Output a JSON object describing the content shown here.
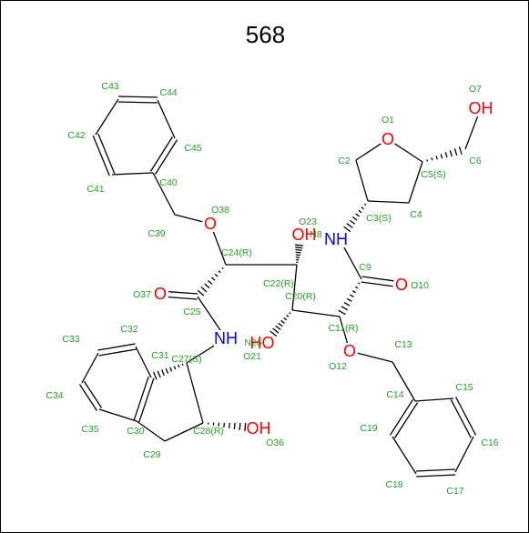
{
  "title": "568",
  "colors": {
    "bond": "#000000",
    "carbon_label": "#22a322",
    "oxygen": "#ff0000",
    "nitrogen": "#0000ff",
    "background": "#ffffff"
  },
  "atoms": {
    "O1": {
      "label": "O1",
      "heteroatom": "O",
      "element_label": "O",
      "color": "#ff0000"
    },
    "C2": {
      "label": "C2"
    },
    "C3": {
      "label": "C3(S)"
    },
    "C4": {
      "label": "C4"
    },
    "C5": {
      "label": "C5(S)"
    },
    "C6": {
      "label": "C6"
    },
    "O7": {
      "label": "O7",
      "heteroatom": "OH"
    },
    "N8": {
      "label": "N8",
      "heteroatom": "N"
    },
    "C9": {
      "label": "C9"
    },
    "O10": {
      "label": "O10",
      "heteroatom": "O"
    },
    "C11": {
      "label": "C11(R)"
    },
    "O12": {
      "label": "O12",
      "heteroatom": "O"
    },
    "C13": {
      "label": "C13"
    },
    "C14": {
      "label": "C14"
    },
    "C15": {
      "label": "C15"
    },
    "C16": {
      "label": "C16"
    },
    "C17": {
      "label": "C17"
    },
    "C18": {
      "label": "C18"
    },
    "C19": {
      "label": "C19"
    },
    "C20": {
      "label": "C20(R)"
    },
    "O21": {
      "label": "O21",
      "heteroatom": "HO"
    },
    "C22": {
      "label": "C22(R)"
    },
    "O23": {
      "label": "O23",
      "heteroatom": "OH"
    },
    "C24": {
      "label": "C24(R)"
    },
    "C25": {
      "label": "C25"
    },
    "N26": {
      "label": "N26",
      "heteroatom": "NH"
    },
    "C27": {
      "label": "C27(S)"
    },
    "C28": {
      "label": "C28(R)"
    },
    "C29": {
      "label": "C29"
    },
    "C30": {
      "label": "C30"
    },
    "C31": {
      "label": "C31"
    },
    "C32": {
      "label": "C32"
    },
    "C33": {
      "label": "C33"
    },
    "C34": {
      "label": "C34"
    },
    "C35": {
      "label": "C35"
    },
    "O36": {
      "label": "O36",
      "heteroatom": "OH"
    },
    "O37": {
      "label": "O37",
      "heteroatom": "O"
    },
    "O38": {
      "label": "O38",
      "heteroatom": "O"
    },
    "C39": {
      "label": "C39"
    },
    "C40": {
      "label": "C40"
    },
    "C41": {
      "label": "C41"
    },
    "C42": {
      "label": "C42"
    },
    "C43": {
      "label": "C43"
    },
    "C44": {
      "label": "C44"
    },
    "C45": {
      "label": "C45"
    }
  },
  "bonds": [
    {
      "from": "O1",
      "to": "C2",
      "order": 1
    },
    {
      "from": "O1",
      "to": "C5",
      "order": 1
    },
    {
      "from": "C2",
      "to": "C3",
      "order": 1
    },
    {
      "from": "C3",
      "to": "C4",
      "order": 1
    },
    {
      "from": "C4",
      "to": "C5",
      "order": 1
    },
    {
      "from": "C5",
      "to": "C6",
      "order": 1,
      "stereo": "hash"
    },
    {
      "from": "C6",
      "to": "O7",
      "order": 1
    },
    {
      "from": "C3",
      "to": "N8",
      "order": 1,
      "stereo": "hash"
    },
    {
      "from": "N8",
      "to": "C9",
      "order": 1
    },
    {
      "from": "C9",
      "to": "O10",
      "order": 2
    },
    {
      "from": "C9",
      "to": "C11",
      "order": 1,
      "stereo": "hash"
    },
    {
      "from": "C11",
      "to": "O12",
      "order": 1
    },
    {
      "from": "O12",
      "to": "C13",
      "order": 1
    },
    {
      "from": "C13",
      "to": "C14",
      "order": 1
    },
    {
      "from": "C14",
      "to": "C15",
      "order": 1
    },
    {
      "from": "C15",
      "to": "C16",
      "order": 2
    },
    {
      "from": "C16",
      "to": "C17",
      "order": 1
    },
    {
      "from": "C17",
      "to": "C18",
      "order": 2
    },
    {
      "from": "C18",
      "to": "C19",
      "order": 1
    },
    {
      "from": "C19",
      "to": "C14",
      "order": 2
    },
    {
      "from": "C11",
      "to": "C20",
      "order": 1
    },
    {
      "from": "C20",
      "to": "O21",
      "order": 1,
      "stereo": "hash"
    },
    {
      "from": "C20",
      "to": "C22",
      "order": 1
    },
    {
      "from": "C22",
      "to": "O23",
      "order": 1,
      "stereo": "hash"
    },
    {
      "from": "C22",
      "to": "C24",
      "order": 1
    },
    {
      "from": "C24",
      "to": "O38",
      "order": 1
    },
    {
      "from": "O38",
      "to": "C39",
      "order": 1
    },
    {
      "from": "C39",
      "to": "C40",
      "order": 1
    },
    {
      "from": "C40",
      "to": "C41",
      "order": 1
    },
    {
      "from": "C41",
      "to": "C42",
      "order": 2
    },
    {
      "from": "C42",
      "to": "C43",
      "order": 1
    },
    {
      "from": "C43",
      "to": "C44",
      "order": 2
    },
    {
      "from": "C44",
      "to": "C45",
      "order": 1
    },
    {
      "from": "C45",
      "to": "C40",
      "order": 2
    },
    {
      "from": "C24",
      "to": "C25",
      "order": 1,
      "stereo": "hash"
    },
    {
      "from": "C25",
      "to": "O37",
      "order": 2
    },
    {
      "from": "C25",
      "to": "N26",
      "order": 1
    },
    {
      "from": "N26",
      "to": "C27",
      "order": 1
    },
    {
      "from": "C27",
      "to": "C31",
      "order": 1,
      "stereo": "hash"
    },
    {
      "from": "C27",
      "to": "C28",
      "order": 1
    },
    {
      "from": "C28",
      "to": "O36",
      "order": 1,
      "stereo": "hash"
    },
    {
      "from": "C28",
      "to": "C29",
      "order": 1
    },
    {
      "from": "C29",
      "to": "C30",
      "order": 1
    },
    {
      "from": "C30",
      "to": "C31",
      "order": 2
    },
    {
      "from": "C31",
      "to": "C32",
      "order": 1
    },
    {
      "from": "C32",
      "to": "C33",
      "order": 2
    },
    {
      "from": "C33",
      "to": "C34",
      "order": 1
    },
    {
      "from": "C34",
      "to": "C35",
      "order": 2
    },
    {
      "from": "C35",
      "to": "C30",
      "order": 1
    }
  ]
}
